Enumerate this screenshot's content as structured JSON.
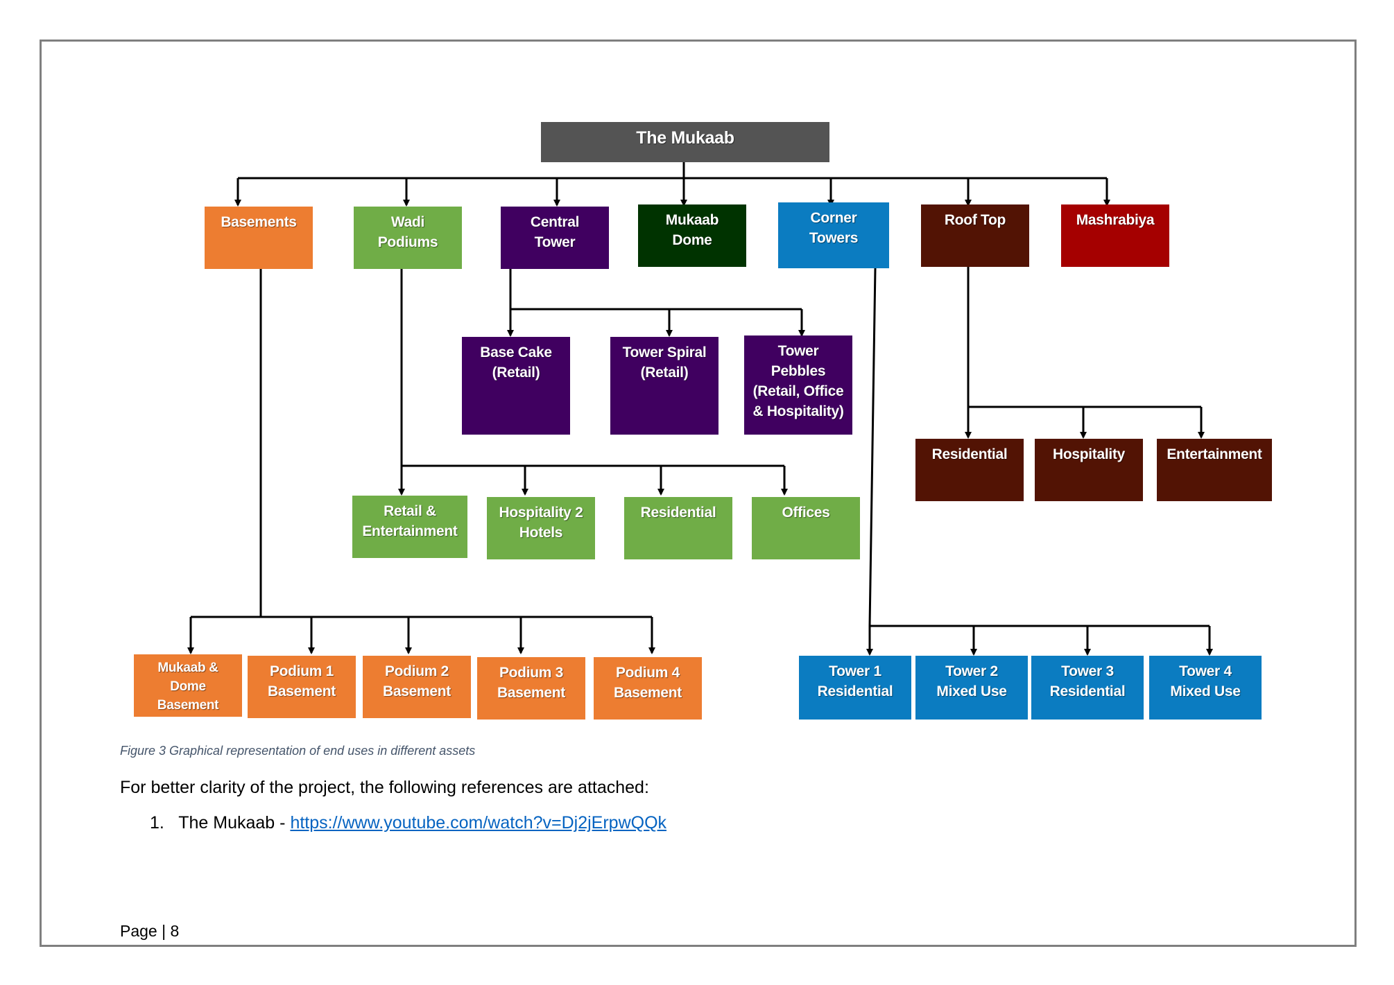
{
  "diagram": {
    "colors": {
      "root": "#545454",
      "orange": "#ed7d31",
      "green": "#70ad47",
      "purple": "#400060",
      "darkgreen": "#003300",
      "blue": "#0b7cc1",
      "brown": "#521304",
      "red": "#a50000",
      "connector": "#000000"
    },
    "nodes": [
      {
        "id": "root",
        "label": "The Mukaab",
        "color": "root"
      },
      {
        "id": "basements",
        "label": "Basements",
        "color": "orange"
      },
      {
        "id": "wadi",
        "label": "Wadi\nPodiums",
        "color": "green"
      },
      {
        "id": "central",
        "label": "Central\nTower",
        "color": "purple"
      },
      {
        "id": "dome",
        "label": "Mukaab\nDome",
        "color": "darkgreen"
      },
      {
        "id": "corner",
        "label": "Corner\nTowers",
        "color": "blue"
      },
      {
        "id": "rooftop",
        "label": "Roof Top",
        "color": "brown"
      },
      {
        "id": "mashrabiya",
        "label": "Mashrabiya",
        "color": "red"
      },
      {
        "id": "basecake",
        "label": "Base Cake\n(Retail)",
        "color": "purple"
      },
      {
        "id": "spiral",
        "label": "Tower Spiral\n(Retail)",
        "color": "purple"
      },
      {
        "id": "pebbles",
        "label": "Tower\nPebbles\n(Retail, Office\n& Hospitality)",
        "color": "purple"
      },
      {
        "id": "rt_res",
        "label": "Residential",
        "color": "brown"
      },
      {
        "id": "rt_hosp",
        "label": "Hospitality",
        "color": "brown"
      },
      {
        "id": "rt_ent",
        "label": "Entertainment",
        "color": "brown"
      },
      {
        "id": "wp_retail",
        "label": "Retail &\nEntertainment",
        "color": "green"
      },
      {
        "id": "wp_hosp",
        "label": "Hospitality 2\nHotels",
        "color": "green"
      },
      {
        "id": "wp_res",
        "label": "Residential",
        "color": "green"
      },
      {
        "id": "wp_off",
        "label": "Offices",
        "color": "green"
      },
      {
        "id": "b_dome",
        "label": "Mukaab &\nDome\nBasement",
        "color": "orange"
      },
      {
        "id": "b_p1",
        "label": "Podium 1\nBasement",
        "color": "orange"
      },
      {
        "id": "b_p2",
        "label": "Podium 2\nBasement",
        "color": "orange"
      },
      {
        "id": "b_p3",
        "label": "Podium 3\nBasement",
        "color": "orange"
      },
      {
        "id": "b_p4",
        "label": "Podium 4\nBasement",
        "color": "orange"
      },
      {
        "id": "t1",
        "label": "Tower 1\nResidential",
        "color": "blue"
      },
      {
        "id": "t2",
        "label": "Tower 2\nMixed Use",
        "color": "blue"
      },
      {
        "id": "t3",
        "label": "Tower 3\nResidential",
        "color": "blue"
      },
      {
        "id": "t4",
        "label": "Tower 4\nMixed Use",
        "color": "blue"
      }
    ],
    "edges": [
      [
        "root",
        "basements"
      ],
      [
        "root",
        "wadi"
      ],
      [
        "root",
        "central"
      ],
      [
        "root",
        "dome"
      ],
      [
        "root",
        "corner"
      ],
      [
        "root",
        "rooftop"
      ],
      [
        "root",
        "mashrabiya"
      ],
      [
        "central",
        "basecake"
      ],
      [
        "central",
        "spiral"
      ],
      [
        "central",
        "pebbles"
      ],
      [
        "rooftop",
        "rt_res"
      ],
      [
        "rooftop",
        "rt_hosp"
      ],
      [
        "rooftop",
        "rt_ent"
      ],
      [
        "wadi",
        "wp_retail"
      ],
      [
        "wadi",
        "wp_hosp"
      ],
      [
        "wadi",
        "wp_res"
      ],
      [
        "wadi",
        "wp_off"
      ],
      [
        "basements",
        "b_dome"
      ],
      [
        "basements",
        "b_p1"
      ],
      [
        "basements",
        "b_p2"
      ],
      [
        "basements",
        "b_p3"
      ],
      [
        "basements",
        "b_p4"
      ],
      [
        "corner",
        "t1"
      ],
      [
        "corner",
        "t2"
      ],
      [
        "corner",
        "t3"
      ],
      [
        "corner",
        "t4"
      ]
    ]
  },
  "caption": "Figure 3 Graphical representation of end uses in different assets",
  "paragraph": "For better clarity of the project, the following references are attached:",
  "references": [
    {
      "number": "1.",
      "text": "The Mukaab - ",
      "link": "https://www.youtube.com/watch?v=Dj2jErpwQQk"
    }
  ],
  "footer": {
    "label": "Page",
    "separator": "|",
    "page_number": "8"
  }
}
